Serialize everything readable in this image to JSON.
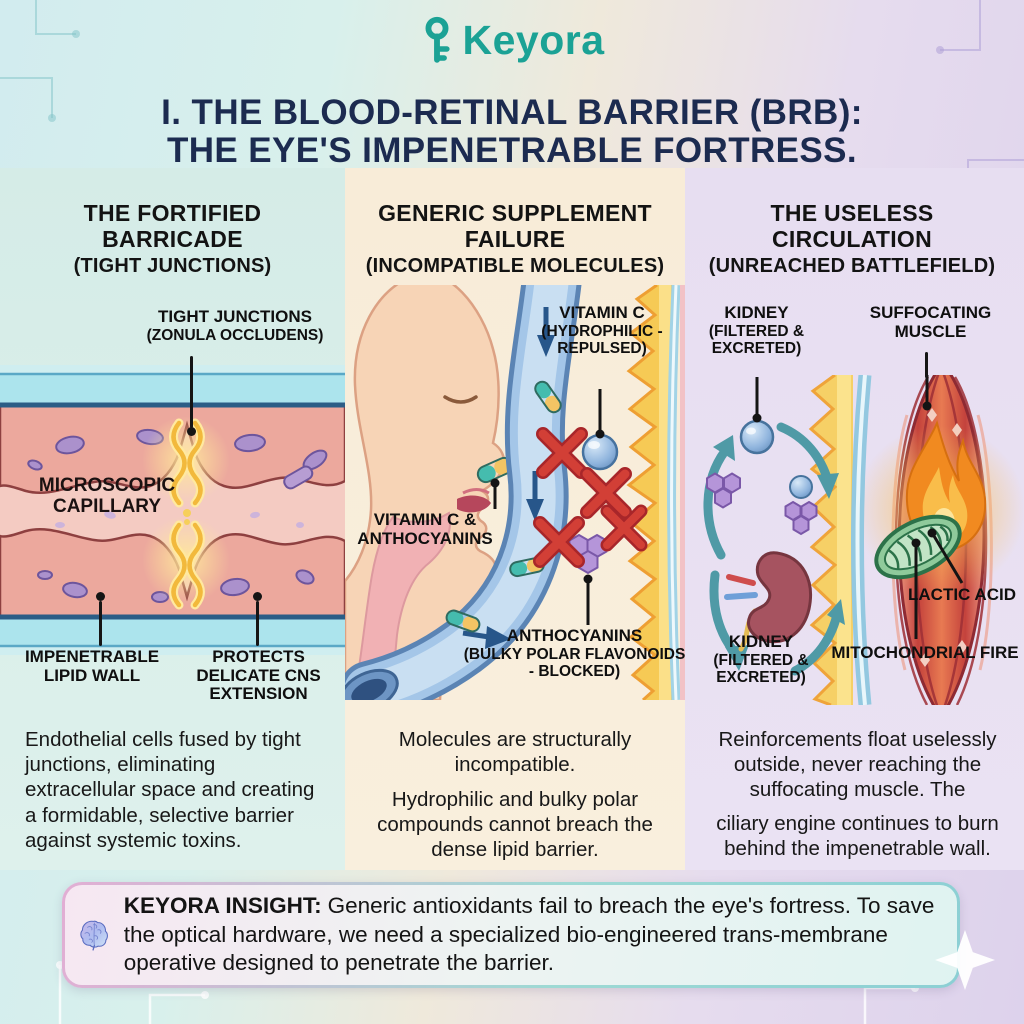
{
  "brand": {
    "logo_text": "Keyora",
    "logo_icon": "key-icon"
  },
  "title": {
    "line1": "I. THE BLOOD-RETINAL BARRIER (BRB):",
    "line2": "THE EYE'S IMPENETRABLE FORTRESS."
  },
  "columns": [
    {
      "heading": "THE FORTIFIED BARRICADE",
      "subheading": "(TIGHT JUNCTIONS)",
      "labels": [
        {
          "text": "TIGHT JUNCTIONS",
          "sub": "(ZONULA OCCLUDENS)"
        },
        {
          "text": "MICROSCOPIC CAPILLARY",
          "sub": ""
        },
        {
          "text": "IMPENETRABLE LIPID WALL",
          "sub": ""
        },
        {
          "text": "PROTECTS DELICATE CNS EXTENSION",
          "sub": ""
        }
      ],
      "paragraphs": [
        "Endothelial cells fused by tight junctions, eliminating extracellular space and creating a formidable, selective barrier against systemic toxins."
      ]
    },
    {
      "heading": "GENERIC SUPPLEMENT FAILURE",
      "subheading": "(INCOMPATIBLE MOLECULES)",
      "labels": [
        {
          "text": "VITAMIN C",
          "sub": "(HYDROPHILIC - REPULSED)"
        },
        {
          "text": "VITAMIN C & ANTHOCYANINS",
          "sub": ""
        },
        {
          "text": "ANTHOCYANINS",
          "sub": "(BULKY POLAR FLAVONOIDS - BLOCKED)"
        }
      ],
      "paragraphs": [
        "Molecules are structurally incompatible.",
        "Hydrophilic and bulky polar compounds cannot breach the dense lipid barrier."
      ]
    },
    {
      "heading": "THE USELESS CIRCULATION",
      "subheading": "(UNREACHED BATTLEFIELD)",
      "labels": [
        {
          "text": "KIDNEY",
          "sub": "(FILTERED & EXCRETED)"
        },
        {
          "text": "SUFFOCATING MUSCLE",
          "sub": ""
        },
        {
          "text": "KIDNEY",
          "sub": "(FILTERED & EXCRETED)"
        },
        {
          "text": "LACTIC ACID",
          "sub": ""
        },
        {
          "text": "MITOCHONDRIAL FIRE",
          "sub": ""
        }
      ],
      "paragraphs": [
        "Reinforcements float uselessly outside, never reaching the suffocating muscle. The",
        "ciliary engine continues to burn behind the impenetrable wall."
      ]
    }
  ],
  "insight": {
    "icon": "brain-icon",
    "heading": "KEYORA INSIGHT:",
    "body": "Generic antioxidants fail to breach the eye's fortress. To save the optical hardware, we need a specialized bio-engineered trans-membrane operative designed to penetrate the barrier."
  },
  "colors": {
    "brand_teal": "#1ba295",
    "title_navy": "#1c2b50",
    "column1_bg": "#d8eee9",
    "column2_bg": "#f8ecd8",
    "column3_bg": "#e7def1",
    "block_red": "#c63434",
    "barrier_yellow": "#f6ca55"
  }
}
